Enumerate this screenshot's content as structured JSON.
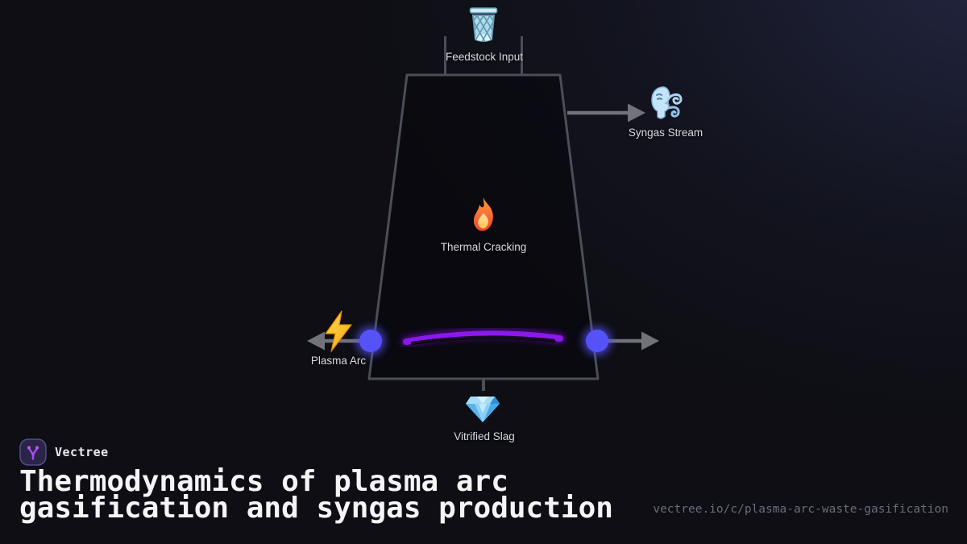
{
  "brand": {
    "name": "Vectree",
    "logo_icon": "vectree-branch-icon"
  },
  "title": {
    "line1": "Thermodynamics of plasma arc",
    "line2": "gasification and syngas production"
  },
  "footer_url": "vectree.io/c/plasma-arc-waste-gasification",
  "diagram": {
    "feedstock": {
      "label": "Feedstock Input",
      "icon": "wastebasket-icon"
    },
    "syngas": {
      "label": "Syngas Stream",
      "icon": "wind-face-icon"
    },
    "thermal": {
      "label": "Thermal Cracking",
      "icon": "fire-icon"
    },
    "plasma": {
      "label": "Plasma Arc",
      "icon": "lightning-bolt-icon"
    },
    "slag": {
      "label": "Vitrified Slag",
      "icon": "gem-icon"
    }
  },
  "colors": {
    "background": "#0e0e14",
    "background_glow": "#323a64",
    "vessel_stroke": "#4b4e57",
    "arrow": "#71727a",
    "electrode": "#5552f8",
    "plasma_arc": "#8c18ea",
    "brand_accent": "#a44df2",
    "title_text": "#f5f5f7",
    "label_text": "#d9dce1",
    "url_text": "#686d79"
  }
}
